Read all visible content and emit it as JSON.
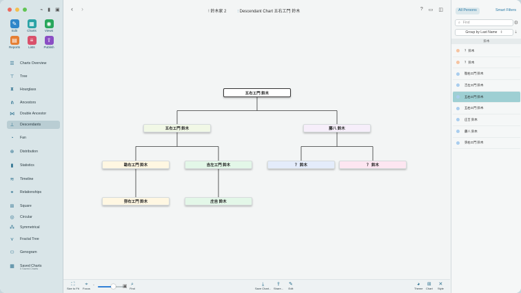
{
  "window": {
    "title_family": "鈴木家 2",
    "title_chart": "Descendant Chart 五右エ門 鈴木"
  },
  "toolbar_tools": [
    {
      "label": "Edit",
      "color": "#2f86c9",
      "glyph": "✎"
    },
    {
      "label": "Charts",
      "color": "#2ba3a6",
      "glyph": "▦"
    },
    {
      "label": "Views",
      "color": "#27a65b",
      "glyph": "◉"
    },
    {
      "label": "Reports",
      "color": "#e57f34",
      "glyph": "▤"
    },
    {
      "label": "Lists",
      "color": "#d9506b",
      "glyph": "≡"
    },
    {
      "label": "Publish",
      "color": "#8a4ec4",
      "glyph": "⇪"
    }
  ],
  "nav": [
    {
      "label": "Charts Overview",
      "icon": "charts-overview-icon",
      "active": false
    },
    {
      "label": "Tree",
      "icon": "tree-icon",
      "active": false
    },
    {
      "label": "Hourglass",
      "icon": "hourglass-icon",
      "active": false
    },
    {
      "label": "Ancestors",
      "icon": "ancestors-icon",
      "active": false
    },
    {
      "label": "Double Ancestor",
      "icon": "double-ancestor-icon",
      "active": false
    },
    {
      "label": "Descendants",
      "icon": "descendants-icon",
      "active": true
    },
    {
      "label": "Fan",
      "icon": "fan-icon",
      "active": false
    },
    {
      "label": "Distribution",
      "icon": "distribution-icon",
      "active": false
    },
    {
      "label": "Statistics",
      "icon": "statistics-icon",
      "active": false
    },
    {
      "label": "Timeline",
      "icon": "timeline-icon",
      "active": false
    },
    {
      "label": "Relationships",
      "icon": "relationships-icon",
      "active": false
    },
    {
      "label": "Square",
      "icon": "square-icon",
      "active": false
    },
    {
      "label": "Circular",
      "icon": "circular-icon",
      "active": false
    },
    {
      "label": "Symmetrical",
      "icon": "symmetrical-icon",
      "active": false
    },
    {
      "label": "Fractal Tree",
      "icon": "fractal-tree-icon",
      "active": false
    },
    {
      "label": "Genogram",
      "icon": "genogram-icon",
      "active": false
    },
    {
      "label": "Saved Charts",
      "sub": "0 Saved Charts",
      "icon": "saved-charts-icon",
      "active": false
    }
  ],
  "chart": {
    "root": {
      "name": "五右エ門 鈴木",
      "color": "#ffffff"
    },
    "gen2": [
      {
        "name": "五右エ門 鈴木",
        "color": "#f1f8e6"
      },
      {
        "name": "藤八 鈴木",
        "color": "#f6eefa"
      }
    ],
    "gen3": [
      {
        "name": "勘右エ門 鈴木",
        "color": "#fff7e2",
        "parent": 0
      },
      {
        "name": "吉左エ門 鈴木",
        "color": "#e3f7e8",
        "parent": 0
      },
      {
        "name": "？ 鈴木",
        "color": "#e4ecfb",
        "parent": 1
      },
      {
        "name": "？ 鈴木",
        "color": "#fde6f1",
        "parent": 1
      }
    ],
    "gen4": [
      {
        "name": "弥右エ門 鈴木",
        "color": "#fff7e2",
        "parent": 0
      },
      {
        "name": "庄吉 鈴木",
        "color": "#e3f7e8",
        "parent": 1
      }
    ]
  },
  "bottom": {
    "size_to_fit": "Size to Fit",
    "focus": "Focus",
    "find": "Find",
    "share_chart": "Save Chart...",
    "share": "Share...",
    "edit": "Edit",
    "theme": "Theme",
    "chart": "Chart",
    "style": "Style",
    "zoom": 0.55
  },
  "right_panel": {
    "tab_all": "All Persons",
    "tab_smart": "Smart Filters",
    "search_placeholder": "Find",
    "group_by": "Group by Last Name",
    "section": "鈴木",
    "persons": [
      {
        "name": "？ 鈴木",
        "dot": "#f6c3a0",
        "selected": false
      },
      {
        "name": "？ 鈴木",
        "dot": "#f6c3a0",
        "selected": false
      },
      {
        "name": "勘右エ門 鈴木",
        "dot": "#a9cdee",
        "selected": false
      },
      {
        "name": "吉左エ門 鈴木",
        "dot": "#a9cdee",
        "selected": false
      },
      {
        "name": "五右エ門 鈴木",
        "dot": "#a9cdee",
        "selected": true
      },
      {
        "name": "五右エ門 鈴木",
        "dot": "#a9cdee",
        "selected": false
      },
      {
        "name": "庄吉 鈴木",
        "dot": "#a9cdee",
        "selected": false
      },
      {
        "name": "藤八 鈴木",
        "dot": "#a9cdee",
        "selected": false
      },
      {
        "name": "弥右エ門 鈴木",
        "dot": "#a9cdee",
        "selected": false
      }
    ]
  }
}
